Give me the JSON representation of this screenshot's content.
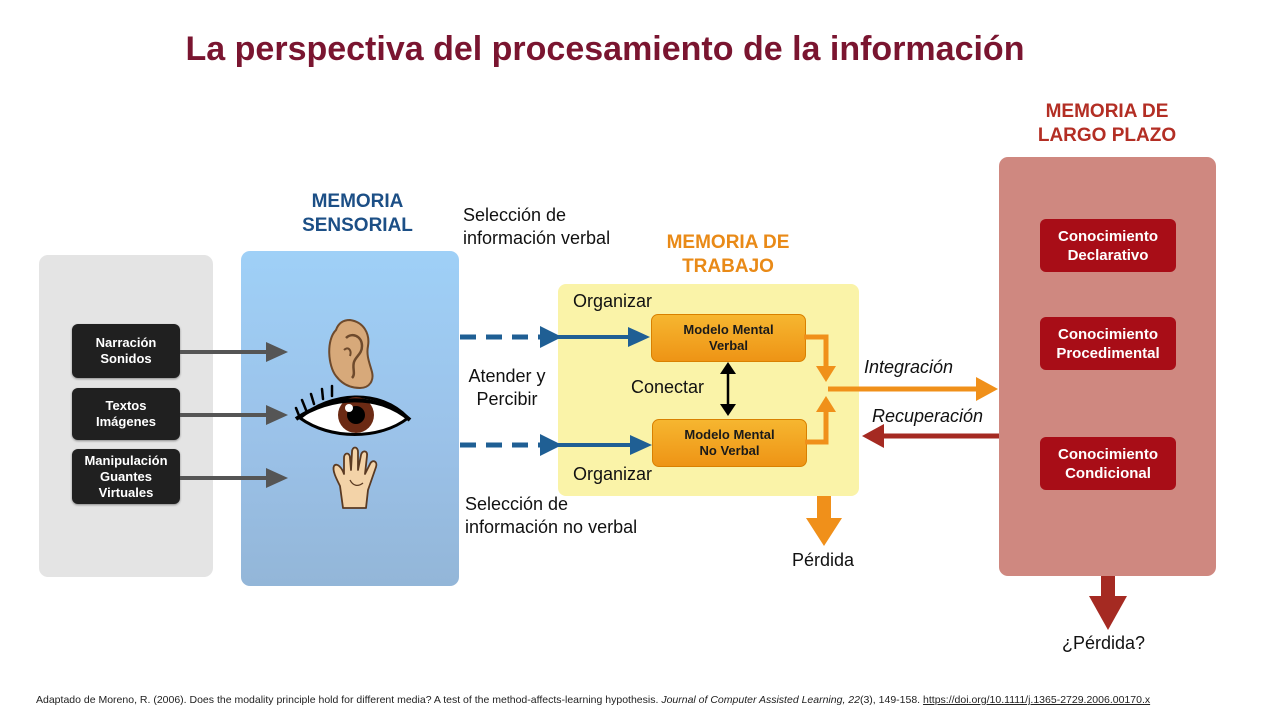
{
  "title": "La perspectiva del procesamiento de la información",
  "inputs": [
    {
      "line1": "Narración",
      "line2": "Sonidos",
      "line3": ""
    },
    {
      "line1": "Textos",
      "line2": "Imágenes",
      "line3": ""
    },
    {
      "line1": "Manipulación",
      "line2": "Guantes",
      "line3": "Virtuales"
    }
  ],
  "sensory_memory": {
    "heading_line1": "MEMORIA",
    "heading_line2": "SENSORIAL",
    "icons": [
      "ear-icon",
      "eye-icon",
      "hand-icon"
    ]
  },
  "selection": {
    "verbal_line1": "Selección de",
    "verbal_line2": "información verbal",
    "nonverbal_line1": "Selección de",
    "nonverbal_line2": "información no verbal"
  },
  "attend": {
    "line1": "Atender y",
    "line2": "Percibir"
  },
  "working_memory": {
    "heading_line1": "MEMORIA DE",
    "heading_line2": "TRABAJO",
    "organize_top": "Organizar",
    "organize_bottom": "Organizar",
    "connect": "Conectar",
    "model_verbal_line1": "Modelo Mental",
    "model_verbal_line2": "Verbal",
    "model_nonverbal_line1": "Modelo Mental",
    "model_nonverbal_line2": "No Verbal"
  },
  "flows": {
    "integration": "Integración",
    "retrieval": "Recuperación",
    "loss": "Pérdida",
    "loss_question": "¿Pérdida?"
  },
  "long_term_memory": {
    "heading_line1": "MEMORIA DE",
    "heading_line2": "LARGO PLAZO",
    "items": [
      {
        "line1": "Conocimiento",
        "line2": "Declarativo"
      },
      {
        "line1": "Conocimiento",
        "line2": "Procedimental"
      },
      {
        "line1": "Conocimiento",
        "line2": "Condicional"
      }
    ]
  },
  "citation": {
    "text": "Adaptado de Moreno, R. (2006). Does the modality principle hold for different media? A test of the method-affects-learning hypothesis. ",
    "journal": "Journal of Computer Assisted Learning,",
    "volume": " 22",
    "pages": "(3), 149-158.  ",
    "doi": "https://doi.org/10.1111/j.1365-2729.2006.00170.x"
  },
  "colors": {
    "title": "#7a1530",
    "sensory_heading": "#1c4f86",
    "working_heading": "#e98a17",
    "ltm_heading": "#b32e24",
    "blue_arrow": "#1f5f94",
    "orange_arrow": "#f0901a",
    "red_arrow": "#a52a22"
  }
}
